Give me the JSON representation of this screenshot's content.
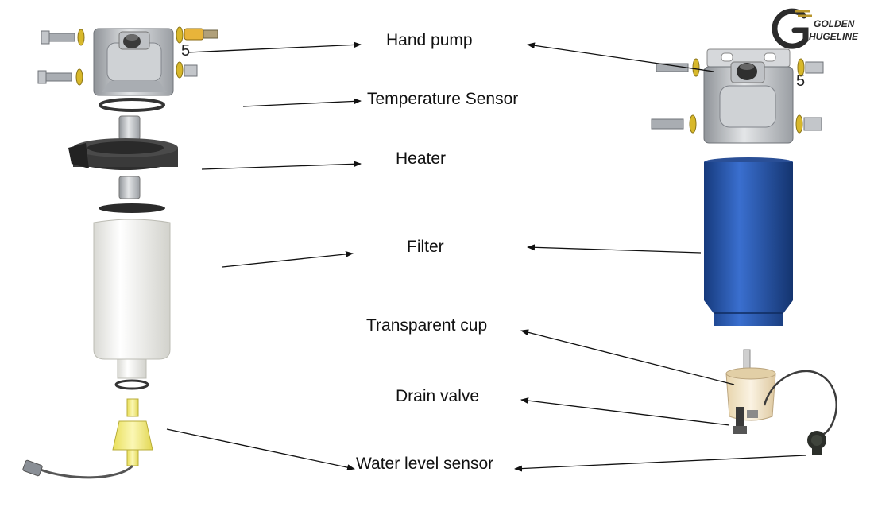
{
  "labels": {
    "hand_pump": "Hand pump",
    "temperature_sensor": "Temperature Sensor",
    "heater": "Heater",
    "filter": "Filter",
    "transparent_cup": "Transparent cup",
    "drain_valve": "Drain valve",
    "water_level_sensor": "Water level sensor"
  },
  "part_numbers": {
    "left_head": "5",
    "right_head": "5"
  },
  "logo": {
    "line1": "GOLDEN",
    "line2": "HUGELINE",
    "letter": "G"
  },
  "colors": {
    "filter_blue": "#1f4fa0",
    "sensor_yellow": "#f3ee8a",
    "washer_gold": "#d8b82a",
    "metal_gray": "#b9bcc0",
    "dark_part": "#3a3a3a",
    "logo_dark": "#2b2b2b",
    "logo_gold": "#b8962e"
  }
}
